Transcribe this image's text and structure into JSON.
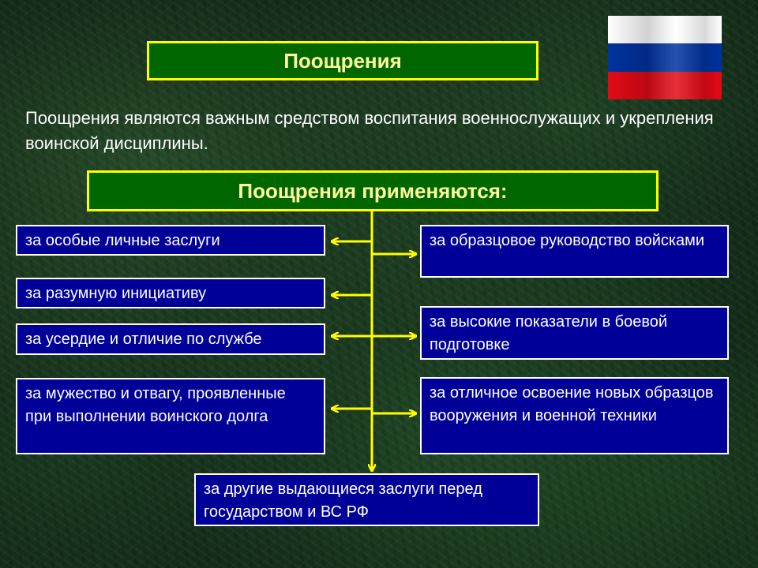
{
  "title": "Поощрения",
  "intro": "Поощрения являются важным средством воспитания военнослужащих и укрепления воинской дисциплины.",
  "subtitle": "Поощрения применяются:",
  "left_items": [
    "за особые личные заслуги",
    "за разумную инициативу",
    "за усердие и отличие по службе",
    "за мужество и отвагу, проявленные при выполнении воинского долга"
  ],
  "right_items": [
    "за образцовое руководство войсками",
    "за высокие показатели в боевой подготовке",
    "за отличное освоение новых образцов вооружения и военной техники"
  ],
  "bottom_item": "за другие выдающиеся заслуги перед государством и ВС РФ",
  "colors": {
    "header_fill": "#006600",
    "header_border": "#ffff00",
    "header_text": "#ffff99",
    "item_fill": "#000099",
    "item_border": "#ffffff",
    "connector": "#ffff00",
    "flag_white": "#ffffff",
    "flag_blue": "#0033a0",
    "flag_red": "#e30a17"
  }
}
